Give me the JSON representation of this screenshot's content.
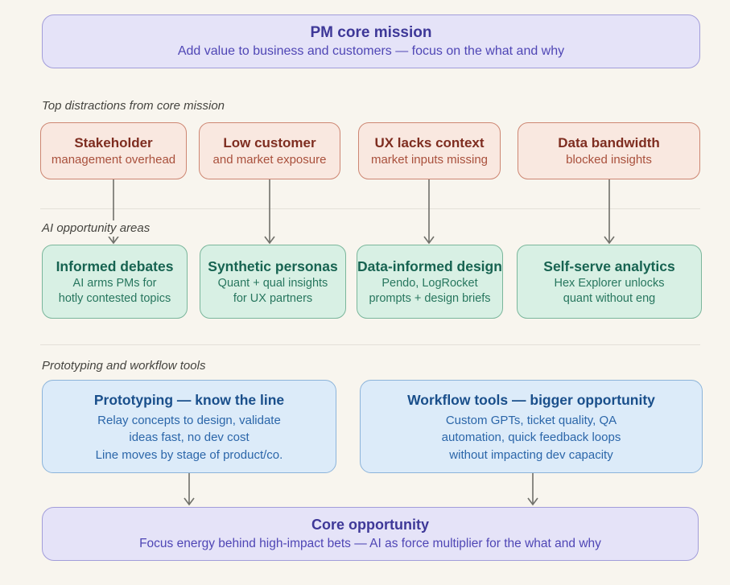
{
  "mission": {
    "title": "PM core mission",
    "subtitle": "Add value to business and customers — focus on the what and why"
  },
  "section_labels": {
    "distractions": "Top distractions from core mission",
    "opportunities": "AI opportunity areas",
    "tools": "Prototyping and workflow tools"
  },
  "distractions": [
    {
      "title": "Stakeholder",
      "subtitle": "management overhead"
    },
    {
      "title": "Low customer",
      "subtitle": "and market exposure"
    },
    {
      "title": "UX lacks context",
      "subtitle": "market inputs missing"
    },
    {
      "title": "Data bandwidth",
      "subtitle": "blocked insights"
    }
  ],
  "opportunities": [
    {
      "title": "Informed debates",
      "lines": [
        "AI arms PMs for",
        "hotly contested topics"
      ]
    },
    {
      "title": "Synthetic personas",
      "lines": [
        "Quant + qual insights",
        "for UX partners"
      ]
    },
    {
      "title": "Data-informed design",
      "lines": [
        "Pendo, LogRocket",
        "prompts + design briefs"
      ]
    },
    {
      "title": "Self-serve analytics",
      "lines": [
        "Hex Explorer unlocks",
        "quant without eng"
      ]
    }
  ],
  "tools": [
    {
      "title": "Prototyping — know the line",
      "lines": [
        "Relay concepts to design, validate",
        "ideas fast, no dev cost",
        "Line moves by stage of product/co."
      ]
    },
    {
      "title": "Workflow tools — bigger opportunity",
      "lines": [
        "Custom GPTs, ticket quality, QA",
        "automation, quick feedback loops",
        "without impacting dev capacity"
      ]
    }
  ],
  "core": {
    "title": "Core opportunity",
    "subtitle": "Focus energy behind high-impact bets — AI as force multiplier for the what and why"
  },
  "colors": {
    "background": "#f8f5ee",
    "purple_fill": "#e5e3f8",
    "purple_border": "#a29dda",
    "purple_text": "#3e3898",
    "red_fill": "#f9e8e0",
    "red_border": "#cd8672",
    "red_text": "#7e2d20",
    "green_fill": "#d8f0e4",
    "green_border": "#7ab69b",
    "green_text": "#176351",
    "blue_fill": "#dcebf9",
    "blue_border": "#8cb4da",
    "blue_text": "#1a4f8b",
    "arrow": "#70706a",
    "divider": "#e4e0d8"
  }
}
